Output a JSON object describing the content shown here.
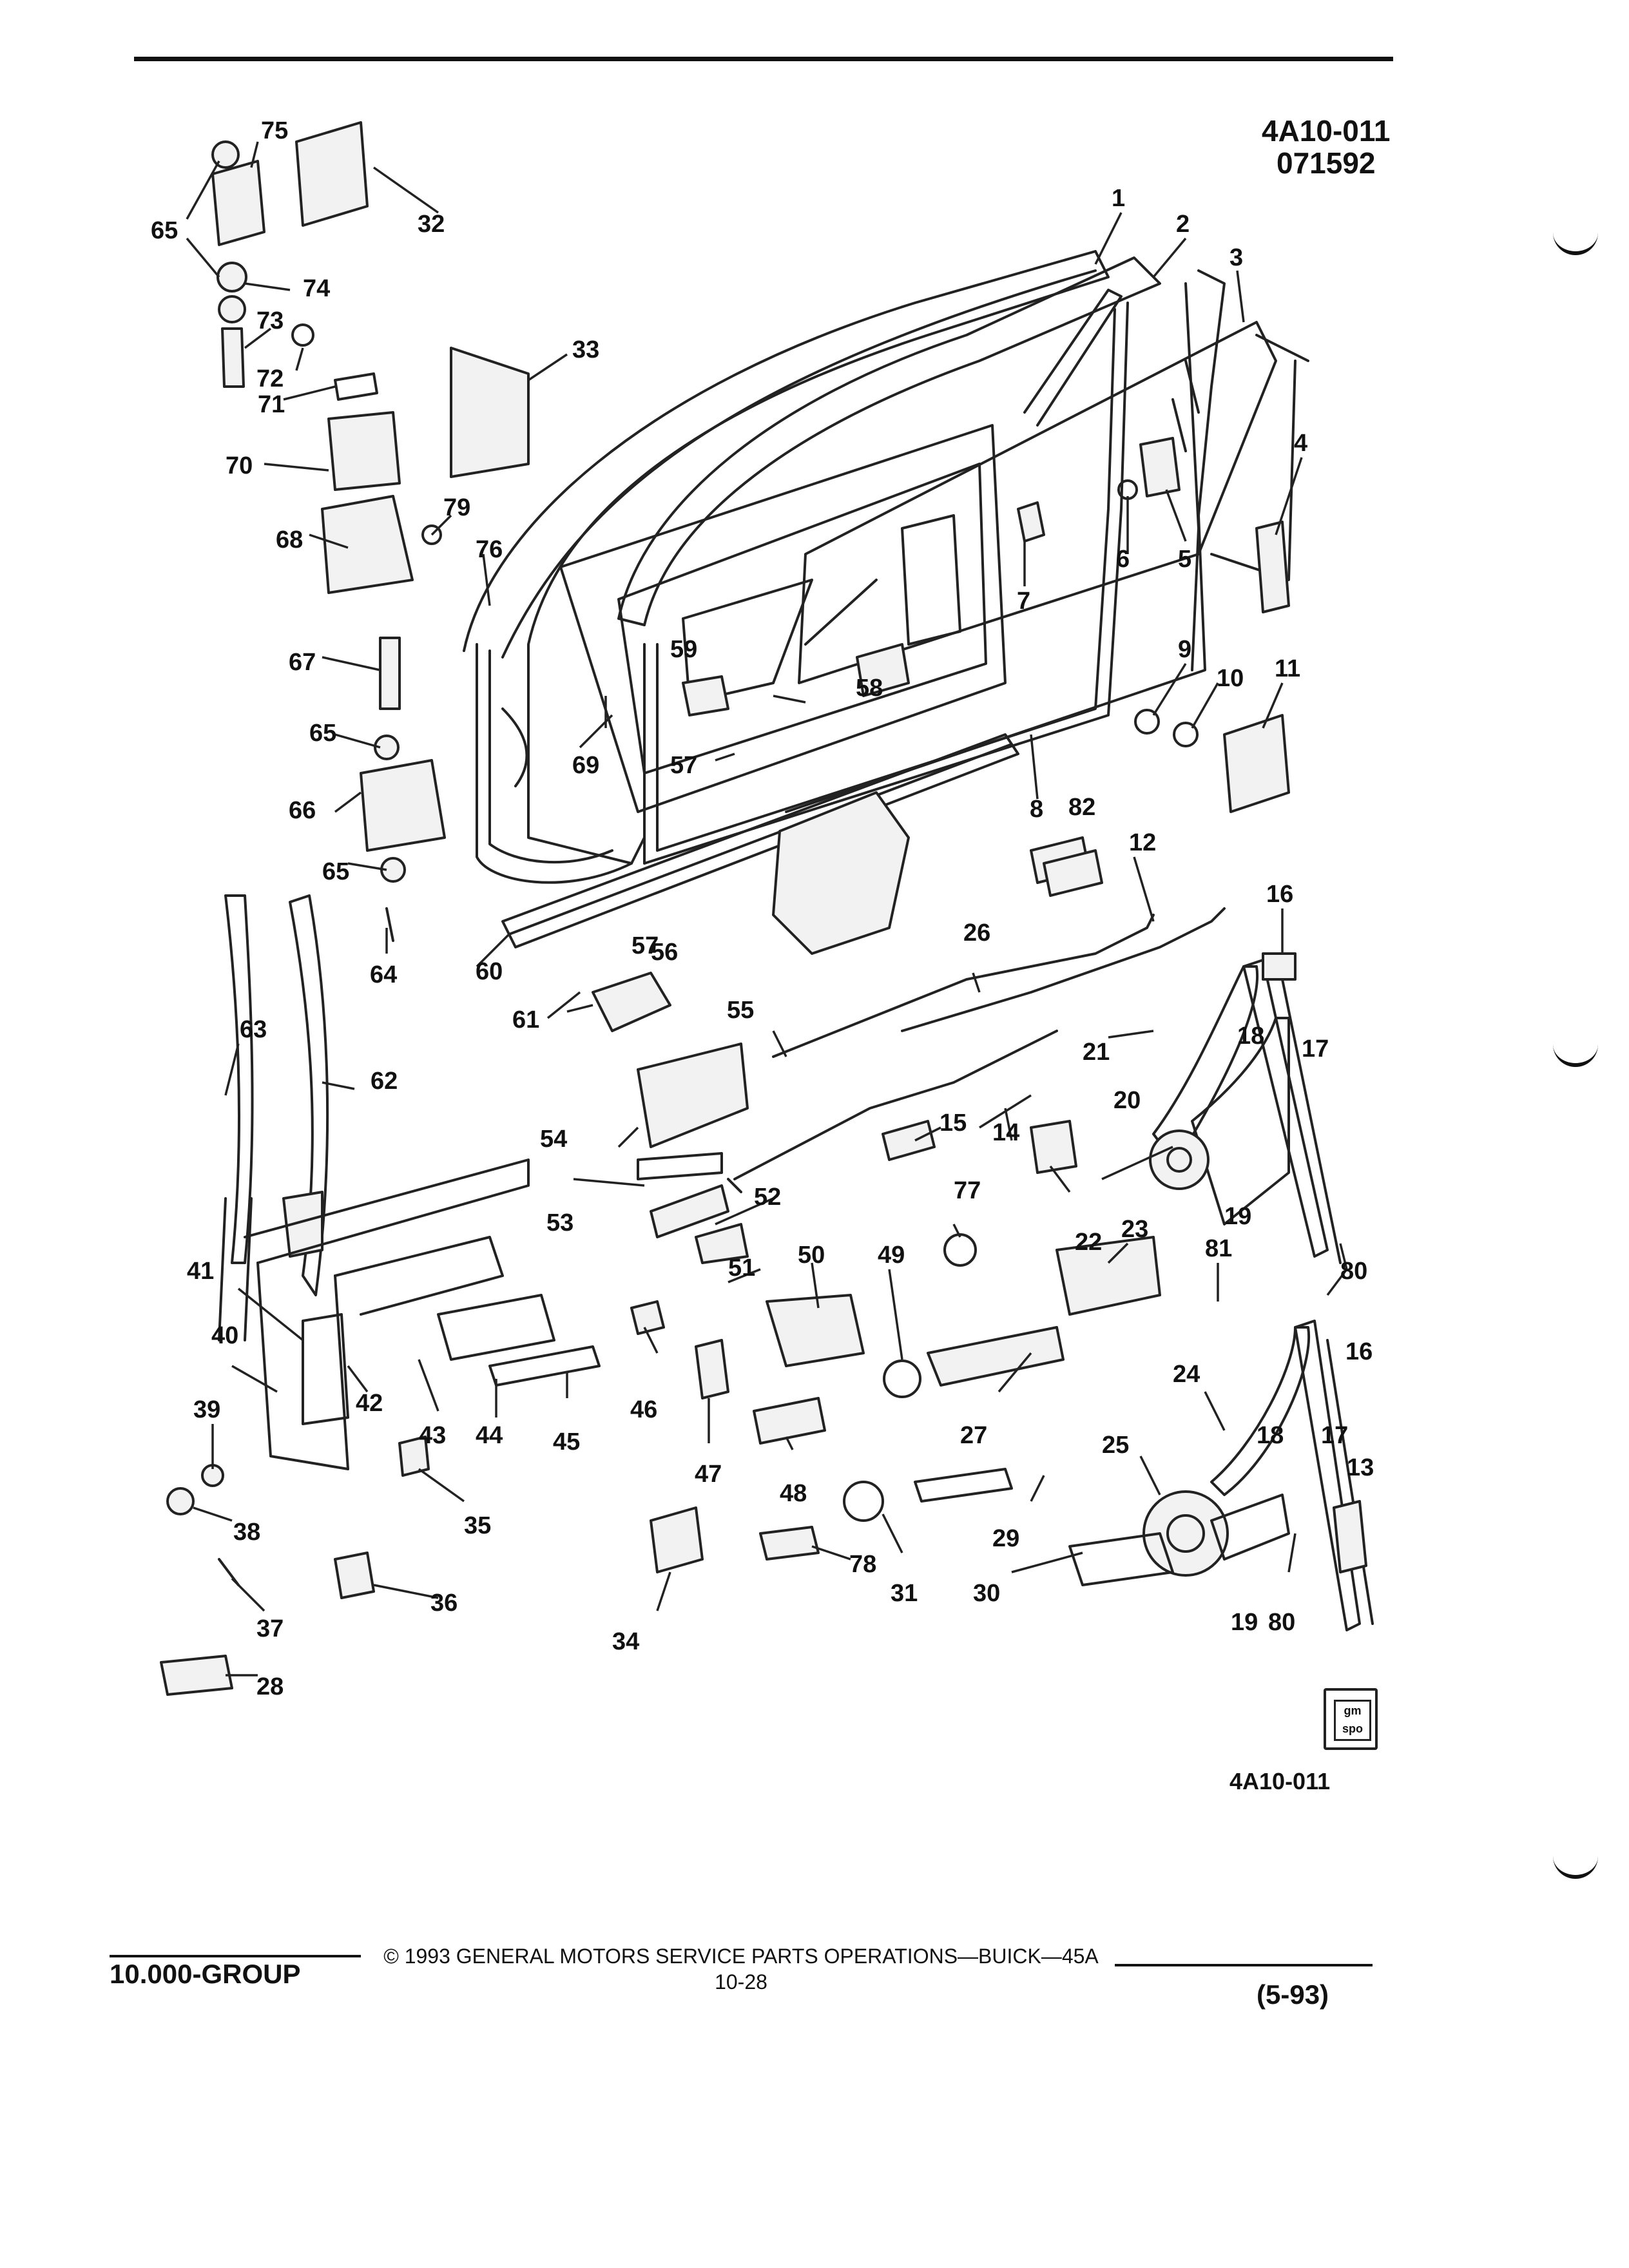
{
  "header": {
    "drawing_code": "4A10-011",
    "drawing_date": "071592"
  },
  "diagram": {
    "callouts": [
      "1",
      "2",
      "3",
      "4",
      "5",
      "6",
      "7",
      "8",
      "9",
      "10",
      "11",
      "12",
      "13",
      "14",
      "15",
      "16",
      "16",
      "17",
      "17",
      "18",
      "18",
      "19",
      "19",
      "20",
      "21",
      "22",
      "23",
      "24",
      "25",
      "26",
      "27",
      "28",
      "29",
      "30",
      "31",
      "32",
      "33",
      "34",
      "35",
      "36",
      "37",
      "38",
      "39",
      "40",
      "41",
      "42",
      "43",
      "44",
      "45",
      "46",
      "47",
      "48",
      "49",
      "50",
      "51",
      "52",
      "53",
      "54",
      "55",
      "56",
      "57",
      "57",
      "58",
      "59",
      "60",
      "61",
      "62",
      "63",
      "64",
      "65",
      "65",
      "65",
      "66",
      "67",
      "68",
      "69",
      "70",
      "71",
      "72",
      "73",
      "74",
      "75",
      "76",
      "77",
      "78",
      "79",
      "80",
      "80",
      "81",
      "82"
    ]
  },
  "figure_code": "4A10-011",
  "logo": {
    "text": "gm spo"
  },
  "footer": {
    "group": "10.000-GROUP",
    "copyright": "© 1993 GENERAL MOTORS SERVICE PARTS OPERATIONS—BUICK—45A",
    "page_number": "10-28",
    "date": "(5-93)"
  }
}
